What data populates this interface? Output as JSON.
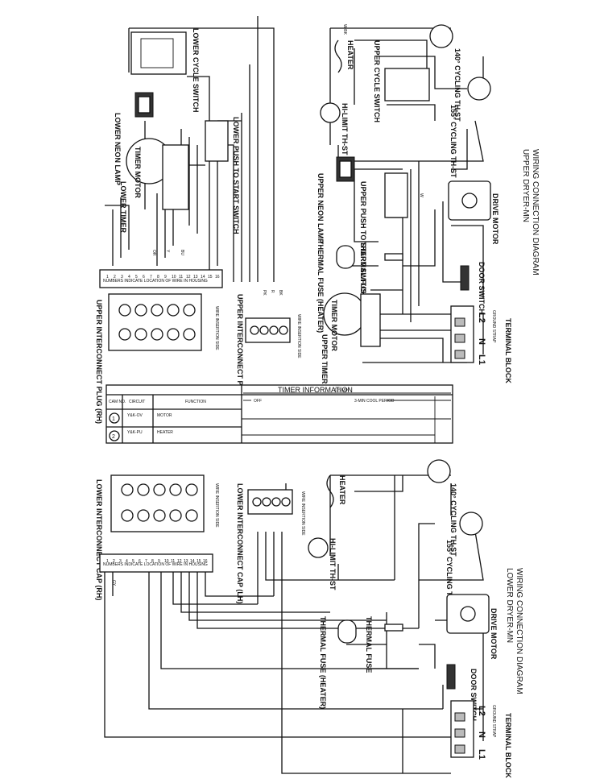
{
  "timer_table": {
    "title": "TIMER INFORMATION",
    "headers": {
      "cam": "CAM NO.",
      "circuit": "CIRCUIT",
      "function": "FUNCTION"
    },
    "rows": [
      {
        "cam": "1",
        "circuit": "Y&K-OV",
        "function": "MOTOR"
      },
      {
        "cam": "2",
        "circuit": "Y&K-PU",
        "function": "HEATER"
      }
    ],
    "timeline": {
      "off": "OFF",
      "total": "115 MIN",
      "cool": "3-MIN COOL PERIOD"
    }
  },
  "upper": {
    "title_line1": "UPPER DRYER-MN",
    "title_line2": "WIRING CONNECTION DIAGRAM",
    "plug_rh": "UPPER INTERCONNECT PLUG (RH)",
    "plug_lh": "UPPER INTERCONNECT PLUG (LH)",
    "wire_side": "WIRE INSERTION SIDE",
    "housing_note": "NUMBERS INDICATE LOCATION OF WIRE IN HOUSING",
    "lower_timer": "LOWER TIMER",
    "timer_motor": "TIMER MOTOR",
    "lower_neon": "LOWER NEON LAMP",
    "lower_push": "LOWER PUSH TO START SWITCH",
    "lower_cycle": "LOWER CYCLE SWITCH",
    "heater": "HEATER",
    "hi_limit": "HI-LIMIT TH-ST",
    "upper_cycle": "UPPER CYCLE SWITCH",
    "cycling_140": "140° CYCLING TH-ST",
    "cycling_155": "155° CYCLING TH-ST",
    "upper_neon": "UPPER NEON LAMP",
    "upper_push": "UPPER PUSH TO START SWITCH",
    "drive_motor": "DRIVE MOTOR",
    "thermal_fuse_heater": "THERMAL FUSE (HEATER)",
    "thermal_fuse": "THERMAL FUSE",
    "door_switch": "DOOR SWITCH",
    "upper_timer": "UPPER TIMER",
    "terminal_block": "TERMINAL BLOCK",
    "l1": "L1",
    "l2": "L2",
    "n": "N",
    "ground_strap": "GROUND STRAP"
  },
  "lower": {
    "title_line1": "LOWER DRYER-MN",
    "title_line2": "WIRING CONNECTION DIAGRAM",
    "cap_rh": "LOWER INTERCONNECT CAP (RH)",
    "cap_lh": "LOWER INTERCONNECT CAP (LH)",
    "wire_side": "WIRE INSERTION SIDE",
    "housing_note": "NUMBERS INDICATE LOCATION OF WIRE IN HOUSING",
    "heater": "HEATER",
    "hi_limit": "HI-LIMIT TH-ST",
    "cycling_140": "140° CYCLING TH-ST",
    "cycling_155": "155° CYCLING TH-ST",
    "drive_motor": "DRIVE MOTOR",
    "thermal_fuse_heater": "THERMAL FUSE (HEATER)",
    "thermal_fuse": "THERMAL FUSE",
    "door_switch": "DOOR SWITCH",
    "terminal_block": "TERMINAL BLOCK",
    "l1": "L1",
    "l2": "L2",
    "n": "N",
    "ground_strap": "GROUND STRAP"
  },
  "wire_codes": {
    "pk": "PK",
    "r": "R",
    "bk": "BK",
    "w": "W",
    "y": "Y",
    "bu": "BU",
    "or": "OR",
    "gy": "GY",
    "wbk": "W-BK"
  },
  "pins": [
    "1",
    "2",
    "3",
    "4",
    "5",
    "6",
    "7",
    "8",
    "9",
    "10",
    "11",
    "12",
    "13",
    "14",
    "15",
    "16"
  ]
}
